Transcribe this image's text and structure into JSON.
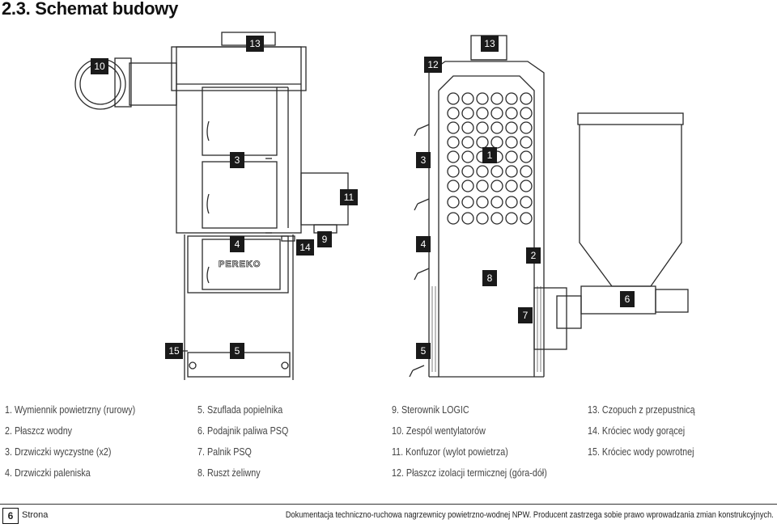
{
  "section": {
    "title": "2.3.  Schemat budowy"
  },
  "diagram": {
    "callouts": [
      "1",
      "2",
      "3",
      "4",
      "5",
      "6",
      "7",
      "8",
      "9",
      "10",
      "11",
      "12",
      "13",
      "14",
      "15"
    ],
    "left_view_callouts": [
      "10",
      "13",
      "3",
      "11",
      "4",
      "14",
      "9",
      "15",
      "5"
    ],
    "right_view_callouts": [
      "12",
      "13",
      "1",
      "3",
      "4",
      "2",
      "8",
      "7",
      "6",
      "5"
    ],
    "logo_text": "PEREKO"
  },
  "legend": {
    "col1": [
      "1.  Wymiennik powietrzny (rurowy)",
      "2.  Płaszcz wodny",
      "3.  Drzwiczki wyczystne (x2)",
      "4.  Drzwiczki paleniska"
    ],
    "col2": [
      "5.  Szuflada popielnika",
      "6.  Podajnik paliwa PSQ",
      "7.  Palnik PSQ",
      "8.  Ruszt żeliwny"
    ],
    "col3": [
      "9.  Sterownik LOGIC",
      "10. Zespól wentylatorów",
      "11. Konfuzor (wylot powietrza)",
      "12. Płaszcz izolacji termicznej (góra-dół)"
    ],
    "col4": [
      "13. Czopuch z przepustnicą",
      "14. Króciec wody gorącej",
      "15. Króciec wody powrotnej"
    ]
  },
  "footer": {
    "page_number": "6",
    "page_label": "Strona",
    "text": "Dokumentacja techniczno-ruchowa nagrzewnicy powietrzno-wodnej NPW. Producent zastrzega sobie prawo wprowadzania zmian konstrukcyjnych."
  },
  "colors": {
    "callout_bg": "#1a1a1a",
    "callout_text": "#ffffff",
    "line": "#2a2a2a"
  }
}
